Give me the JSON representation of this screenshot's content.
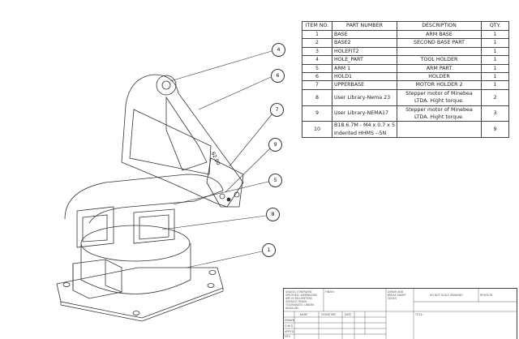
{
  "bom": {
    "headers": [
      "ITEM NO.",
      "PART NUMBER",
      "DESCRIPTION",
      "QTY."
    ],
    "rows": [
      {
        "item": "1",
        "part": "BASE",
        "desc": "ARM BASE",
        "qty": "1"
      },
      {
        "item": "2",
        "part": "BASE2",
        "desc": "SECOND BASE PART",
        "qty": "1"
      },
      {
        "item": "3",
        "part": "HOLEFIT2",
        "desc": "",
        "qty": "1"
      },
      {
        "item": "4",
        "part": "HOLE_PART",
        "desc": "TOOL HOLDER",
        "qty": "1"
      },
      {
        "item": "5",
        "part": "ARM 1",
        "desc": "ARM PART",
        "qty": "1"
      },
      {
        "item": "6",
        "part": "HOLD1",
        "desc": "HOLDER",
        "qty": "1"
      },
      {
        "item": "7",
        "part": "UPPERBASE",
        "desc": "MOTOR HOLDER 2",
        "qty": "1"
      },
      {
        "item": "8",
        "part": "User Library-Nema 23",
        "desc": "Stepper motor of Minebea LTDA. Hight torque.",
        "qty": "2"
      },
      {
        "item": "9",
        "part": "User Library-NEMA17",
        "desc": "Stepper motor of Minebea LTDA. Hight torque.",
        "qty": "3"
      },
      {
        "item": "10",
        "part": "B18.6.7M - M4 x 0.7 x 5 Indented HHMS --5N",
        "desc": "",
        "qty": "9"
      }
    ]
  },
  "balloons": [
    "4",
    "6",
    "7",
    "9",
    "5",
    "8",
    "1"
  ],
  "dimension": "62.00",
  "title_block": {
    "notes": "UNLESS OTHERWISE SPECIFIED: DIMENSIONS ARE IN MILLIMETERS SURFACE FINISH: TOLERANCES: LINEAR: ANGULAR:",
    "finish": "FINISH:",
    "debur": "DEBUR AND BREAK SHARP EDGES",
    "do_not_scale": "DO NOT SCALE DRAWING",
    "revision": "REVISION",
    "name": "NAME",
    "signature": "SIGNATURE",
    "date": "DATE",
    "title": "TITLE:",
    "rows": [
      "DRAWN",
      "CHK'D",
      "APPV'D",
      "MFG"
    ]
  }
}
